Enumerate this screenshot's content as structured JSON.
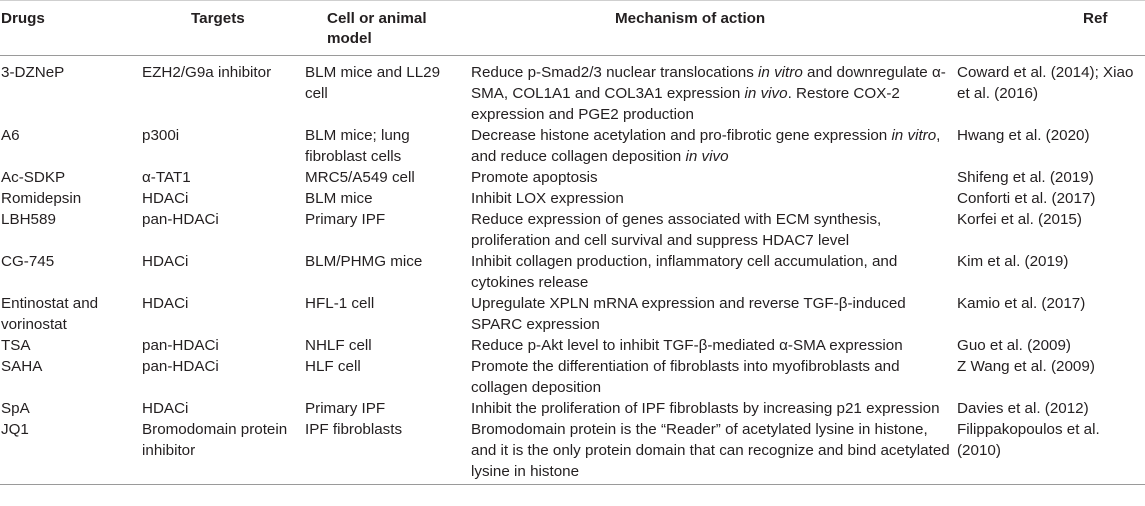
{
  "headers": {
    "drugs": "Drugs",
    "targets": "Targets",
    "model": "Cell or animal model",
    "mechanism": "Mechanism of action",
    "ref": "Ref"
  },
  "rows": [
    {
      "drug": "3-DZNeP",
      "target": "EZH2/G9a inhibitor",
      "model": "BLM mice and LL29 cell",
      "mechanism": [
        {
          "t": "Reduce p-Smad2/3 nuclear translocations ",
          "i": false
        },
        {
          "t": "in vitro",
          "i": true
        },
        {
          "t": " and downregulate α-SMA, COL1A1 and COL3A1 expression ",
          "i": false
        },
        {
          "t": "in vivo",
          "i": true
        },
        {
          "t": ". Restore COX-2 expression and PGE2 production",
          "i": false
        }
      ],
      "ref": "Coward et al. (2014); Xiao et al. (2016)"
    },
    {
      "drug": "A6",
      "target": "p300i",
      "model": "BLM mice; lung fibroblast cells",
      "mechanism": [
        {
          "t": "Decrease histone acetylation and pro-fibrotic gene expression ",
          "i": false
        },
        {
          "t": "in vitro",
          "i": true
        },
        {
          "t": ", and reduce collagen deposition ",
          "i": false
        },
        {
          "t": "in vivo",
          "i": true
        }
      ],
      "ref": "Hwang et al. (2020)"
    },
    {
      "drug": "Ac-SDKP",
      "target": "α-TAT1",
      "model": "MRC5/A549 cell",
      "mechanism": [
        {
          "t": "Promote apoptosis",
          "i": false
        }
      ],
      "ref": "Shifeng et al. (2019)"
    },
    {
      "drug": "Romidepsin",
      "target": "HDACi",
      "model": "BLM mice",
      "mechanism": [
        {
          "t": "Inhibit LOX expression",
          "i": false
        }
      ],
      "ref": "Conforti et al. (2017)"
    },
    {
      "drug": "LBH589",
      "target": "pan-HDACi",
      "model": "Primary IPF",
      "mechanism": [
        {
          "t": "Reduce expression of genes associated with ECM synthesis, proliferation and cell survival and suppress HDAC7 level",
          "i": false
        }
      ],
      "ref": "Korfei et al. (2015)"
    },
    {
      "drug": "CG-745",
      "target": "HDACi",
      "model": "BLM/PHMG mice",
      "mechanism": [
        {
          "t": "Inhibit collagen production, inflammatory cell accumulation, and cytokines release",
          "i": false
        }
      ],
      "ref": "Kim et al. (2019)"
    },
    {
      "drug": "Entinostat and vorinostat",
      "target": "HDACi",
      "model": "HFL-1 cell",
      "mechanism": [
        {
          "t": "Upregulate XPLN mRNA expression and reverse TGF-β-induced SPARC expression",
          "i": false
        }
      ],
      "ref": "Kamio et al. (2017)"
    },
    {
      "drug": "TSA",
      "target": "pan-HDACi",
      "model": "NHLF cell",
      "mechanism": [
        {
          "t": "Reduce p-Akt level to inhibit TGF-β-mediated α-SMA expression",
          "i": false
        }
      ],
      "ref": "Guo et al. (2009)"
    },
    {
      "drug": "SAHA",
      "target": "pan-HDACi",
      "model": "HLF cell",
      "mechanism": [
        {
          "t": "Promote the differentiation of fibroblasts into myofibroblasts and collagen deposition",
          "i": false
        }
      ],
      "ref": "Z Wang et al. (2009)"
    },
    {
      "drug": "SpA",
      "target": "HDACi",
      "model": "Primary IPF",
      "mechanism": [
        {
          "t": "Inhibit the proliferation of IPF fibroblasts by increasing p21 expression",
          "i": false
        }
      ],
      "ref": "Davies et al. (2012)"
    },
    {
      "drug": "JQ1",
      "target": "Bromodomain protein inhibitor",
      "model": "IPF fibroblasts",
      "mechanism": [
        {
          "t": "Bromodomain protein is the “Reader” of acetylated lysine in histone, and it is the only protein domain that can recognize and bind acetylated lysine in histone",
          "i": false
        }
      ],
      "ref": "Filippakopoulos et al. (2010)"
    }
  ]
}
